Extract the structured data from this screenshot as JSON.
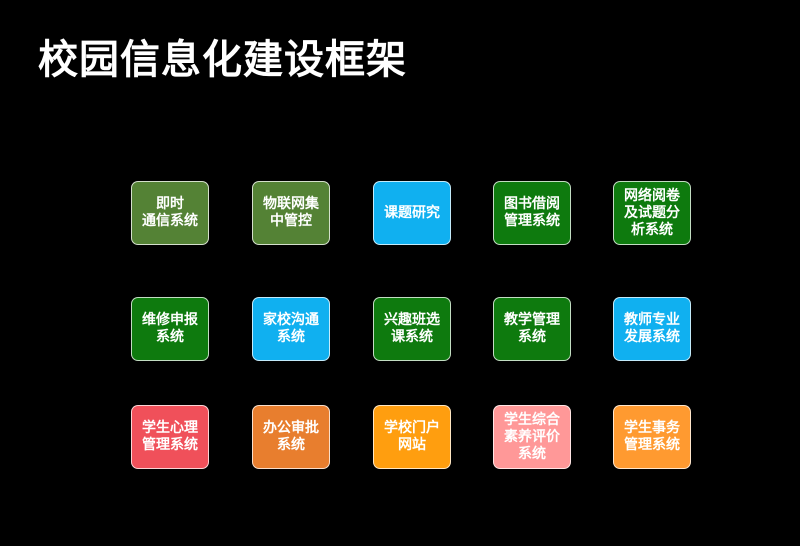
{
  "title": "校园信息化建设框架",
  "colors": {
    "olive_green": "#548235",
    "green": "#0E7A0E",
    "sky_blue": "#10B0F0",
    "red": "#F0505A",
    "orange": "#E87E2E",
    "amber": "#FF9E0F",
    "pink": "#FF9898",
    "light_orange": "#FF9A30"
  },
  "tiles": [
    {
      "label": "即时\n通信系统",
      "color": "#548235"
    },
    {
      "label": "物联网集\n中管控",
      "color": "#548235"
    },
    {
      "label": "课题研究",
      "color": "#10B0F0"
    },
    {
      "label": "图书借阅\n管理系统",
      "color": "#0E7A0E"
    },
    {
      "label": "网络阅卷\n及试题分\n析系统",
      "color": "#0E7A0E"
    },
    {
      "label": "维修申报\n系统",
      "color": "#0E7A0E"
    },
    {
      "label": "家校沟通\n系统",
      "color": "#10B0F0"
    },
    {
      "label": "兴趣班选\n课系统",
      "color": "#0E7A0E"
    },
    {
      "label": "教学管理\n系统",
      "color": "#0E7A0E"
    },
    {
      "label": "教师专业\n发展系统",
      "color": "#10B0F0"
    },
    {
      "label": "学生心理\n管理系统",
      "color": "#F0505A"
    },
    {
      "label": "办公审批\n系统",
      "color": "#E87E2E"
    },
    {
      "label": "学校门户\n网站",
      "color": "#FF9E0F"
    },
    {
      "label": "学生综合\n素养评价\n系统",
      "color": "#FF9898"
    },
    {
      "label": "学生事务\n管理系统",
      "color": "#FF9A30"
    }
  ]
}
